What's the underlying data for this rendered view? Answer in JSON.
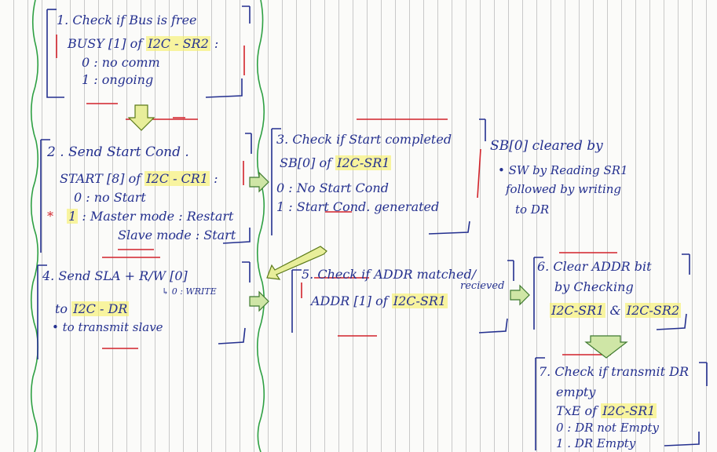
{
  "colors": {
    "ink": "#24308f",
    "red": "#d2232a",
    "green": "#2ea043",
    "highlight": "#f6f06e",
    "arrow_fill": "#d9e8a0"
  },
  "steps": {
    "s1": {
      "title": "1. Check if Bus is free",
      "reg_bit": "BUSY [1] of",
      "reg_name": "I2C - SR2",
      "reg_suffix": ":",
      "v0": "0 : no comm",
      "v1": "1 : ongoing"
    },
    "s2": {
      "title": "2 . Send Start Cond .",
      "reg_bit": "START [8] of",
      "reg_name": "I2C - CR1",
      "reg_suffix": ":",
      "v0": "0 : no Start",
      "star": "*",
      "v1_key": "1",
      "v1_master": ": Master mode : Restart",
      "v1_slave": "Slave mode : Start"
    },
    "s3": {
      "title": "3. Check if Start completed",
      "reg_bit": "SB[0] of",
      "reg_name": "I2C-SR1",
      "v0": "0 : No Start Cond",
      "v1": "1 : Start Cond. generated"
    },
    "note_sb": {
      "line1": "SB[0] cleared by",
      "line2": "• SW by Reading SR1",
      "line3": "followed by writing",
      "line4": "to DR"
    },
    "s4": {
      "title": "4. Send SLA + R/W [0]",
      "sub": "↳ 0 : WRITE",
      "to_prefix": "to",
      "to_reg": "I2C - DR",
      "purpose": "• to transmit slave"
    },
    "s5": {
      "title": "5. Check if ADDR matched/",
      "title2": "recieved",
      "reg_bit": "ADDR [1] of",
      "reg_name": "I2C-SR1"
    },
    "s6": {
      "title": "6. Clear ADDR bit",
      "line2": "by Checking",
      "reg_a": "I2C-SR1",
      "amp": "&",
      "reg_b": "I2C-SR2"
    },
    "s7": {
      "title": "7. Check if transmit DR",
      "title2": "empty",
      "reg_bit": "TxE of",
      "reg_name": "I2C-SR1",
      "v0": "0 : DR not Empty",
      "v1": "1 . DR Empty"
    }
  }
}
